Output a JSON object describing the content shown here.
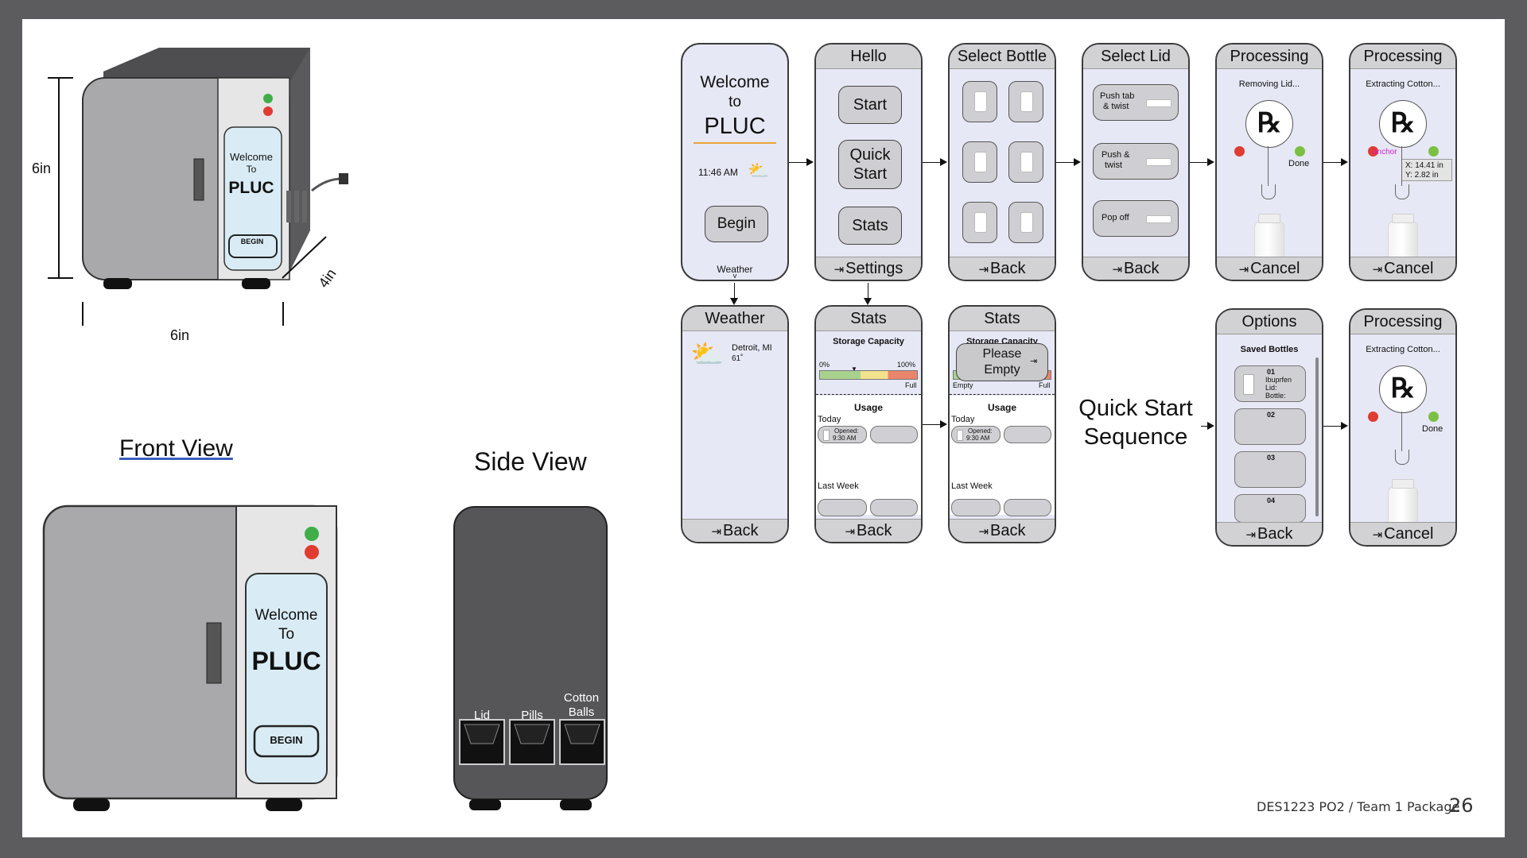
{
  "device": {
    "screen": {
      "welcome": "Welcome",
      "to": "To",
      "brand": "PLUC",
      "begin": "BEGIN"
    },
    "dims": {
      "height": "6in",
      "width": "6in",
      "depth": "4in"
    },
    "front_view_title": "Front View",
    "side_view_title": "Side View",
    "side_slots": [
      "Lid",
      "Pills",
      "Cotton Balls"
    ]
  },
  "screens": {
    "welcome": {
      "line1": "Welcome",
      "line2": "to",
      "brand": "PLUC",
      "time": "11:46 AM",
      "begin": "Begin",
      "weather_link": "Weather",
      "weather_caret": "v"
    },
    "hello": {
      "title": "Hello",
      "start": "Start",
      "quick_start_1": "Quick",
      "quick_start_2": "Start",
      "stats": "Stats",
      "footer": "Settings"
    },
    "select_bottle": {
      "title": "Select Bottle",
      "footer": "Back"
    },
    "select_lid": {
      "title": "Select Lid",
      "opt1_l1": "Push tab",
      "opt1_l2": "& twist",
      "opt2_l1": "Push &",
      "opt2_l2": "twist",
      "opt3": "Pop off",
      "footer": "Back"
    },
    "processing1": {
      "title": "Processing",
      "status": "Removing Lid...",
      "done": "Done",
      "footer": "Cancel"
    },
    "processing2": {
      "title": "Processing",
      "status": "Extracting Cotton...",
      "anchor": "anchor",
      "coord_x": "X: 14.41 in",
      "coord_y": "Y: 2.82 in",
      "footer": "Cancel"
    },
    "weather": {
      "title": "Weather",
      "city": "Detroit, MI",
      "temp": "61˚",
      "footer": "Back"
    },
    "stats1": {
      "title": "Stats",
      "capacity": "Storage Capacity",
      "pct_min": "0%",
      "pct_max": "100%",
      "full": "Full",
      "usage": "Usage",
      "today": "Today",
      "opened_1": "Opened:",
      "opened_2": "9:30 AM",
      "last_week": "Last Week",
      "footer": "Back"
    },
    "stats2": {
      "title": "Stats",
      "capacity": "Storage Capacity",
      "popup_1": "Please",
      "popup_2": "Empty",
      "empty": "Empty",
      "full": "Full",
      "usage": "Usage",
      "today": "Today",
      "opened_1": "Opened:",
      "opened_2": "9:30 AM",
      "last_week": "Last Week",
      "footer": "Back"
    },
    "options": {
      "title": "Options",
      "saved": "Saved Bottles",
      "slot1_num": "01",
      "slot1_name": "Ibuprfen",
      "slot1_lid": "Lid:",
      "slot1_bottle": "Bottle:",
      "slot2": "02",
      "slot3": "03",
      "slot4": "04",
      "footer": "Back"
    },
    "processing3": {
      "title": "Processing",
      "status": "Extracting Cotton...",
      "done": "Done",
      "footer": "Cancel"
    }
  },
  "quick_start_label_1": "Quick Start",
  "quick_start_label_2": "Sequence",
  "footer_text": "DES1223 PO2 / Team 1 Package",
  "page_number": "26",
  "colors": {
    "screen_blue": "#d9ecf5",
    "green_led": "#3fae49",
    "red_led": "#e03c31",
    "body_gray": "#a9a9ab",
    "dark_gray": "#565658"
  }
}
